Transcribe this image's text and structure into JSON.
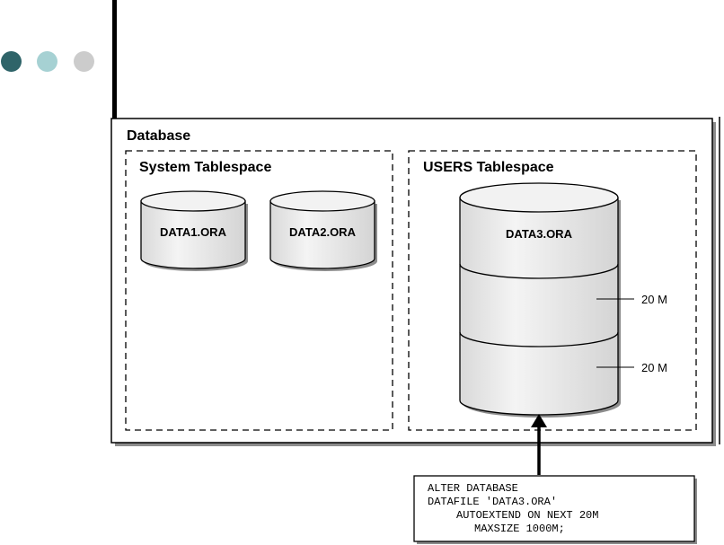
{
  "decor": {
    "dot_colors": [
      "#2f6469",
      "#a6d1d3",
      "#cccccc"
    ]
  },
  "diagram": {
    "database_label": "Database",
    "system_tablespace_label": "System Tablespace",
    "users_tablespace_label": "USERS Tablespace",
    "datafiles": [
      "DATA1.ORA",
      "DATA2.ORA",
      "DATA3.ORA"
    ],
    "extent_labels": [
      "20 M",
      "20 M"
    ],
    "command_lines": [
      "ALTER DATABASE",
      "DATAFILE 'DATA3.ORA'",
      "AUTOEXTEND ON NEXT 20M",
      "MAXSIZE 1000M;"
    ]
  }
}
